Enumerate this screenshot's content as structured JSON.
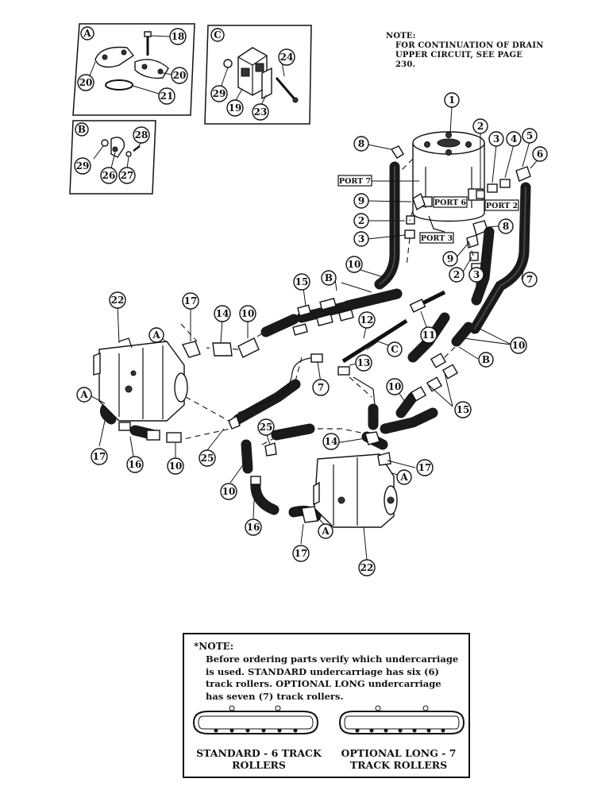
{
  "top_note": {
    "title": "NOTE:",
    "body": [
      "FOR CONTINUATION OF DRAIN",
      "UPPER CIRCUIT, SEE PAGE",
      "230."
    ]
  },
  "inset_letters": {
    "a": "A",
    "b": "B",
    "c": "C"
  },
  "ports": {
    "port7": "PORT 7",
    "port6": "PORT 6",
    "port2": "PORT 2",
    "port3": "PORT 3"
  },
  "callouts": {
    "c1": "1",
    "c2a": "2",
    "c2b": "2",
    "c2c": "2",
    "c3a": "3",
    "c3b": "3",
    "c3c": "3",
    "c4": "4",
    "c5": "5",
    "c6": "6",
    "c7a": "7",
    "c7b": "7",
    "c8a": "8",
    "c8b": "8",
    "c9a": "9",
    "c9b": "9",
    "c10a": "10",
    "c10b": "10",
    "c10c": "10",
    "c10d": "10",
    "c10e": "10",
    "c10f": "10",
    "c11": "11",
    "c12": "12",
    "c13": "13",
    "c14a": "14",
    "c14b": "14",
    "c15a": "15",
    "c15b": "15",
    "c16a": "16",
    "c16b": "16",
    "c17a": "17",
    "c17b": "17",
    "c17c": "17",
    "c17d": "17",
    "c18": "18",
    "c19": "19",
    "c20a": "20",
    "c20b": "20",
    "c21": "21",
    "c22a": "22",
    "c22b": "22",
    "c23": "23",
    "c24": "24",
    "c25a": "25",
    "c25b": "25",
    "c26": "26",
    "c27": "27",
    "c28": "28",
    "c29a": "29",
    "c29b": "29"
  },
  "letter_callouts": {
    "la1": "A",
    "la2": "A",
    "la3": "A",
    "la4": "A",
    "lb1": "B",
    "lb2": "B",
    "lc1": "C"
  },
  "bottom_note": {
    "title": "*NOTE:",
    "lines": [
      "Before ordering parts verify which undercarriage",
      "is used. STANDARD undercarriage has six (6)",
      "track rollers. OPTIONAL LONG undercarriage",
      "has seven (7) track rollers."
    ],
    "standard_label": [
      "STANDARD - 6 TRACK",
      "ROLLERS"
    ],
    "optional_label": [
      "OPTIONAL LONG - 7",
      "TRACK ROLLERS"
    ]
  }
}
